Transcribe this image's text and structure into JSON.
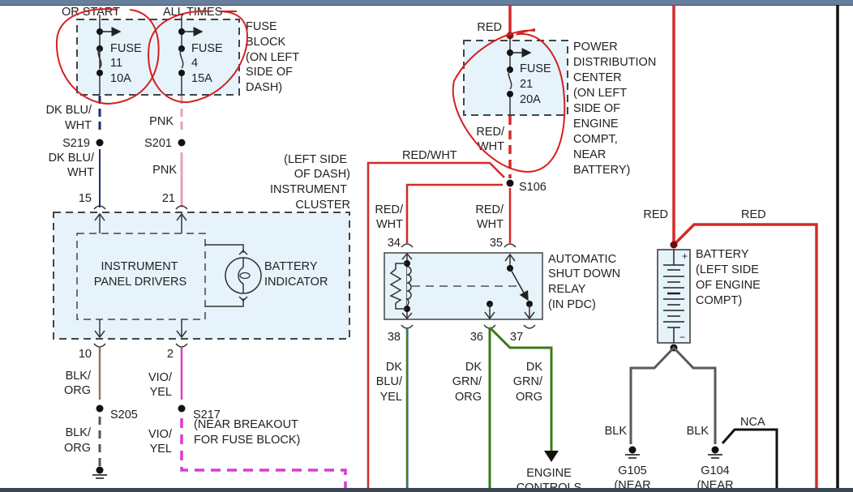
{
  "diagram": {
    "fuse_block": {
      "header_left": "OR START",
      "header_right": "ALL TIMES",
      "label": [
        "FUSE",
        "BLOCK",
        "(ON LEFT",
        "SIDE OF",
        "DASH)"
      ],
      "fuses": [
        {
          "lines": [
            "FUSE",
            "11",
            "10A"
          ]
        },
        {
          "lines": [
            "FUSE",
            "4",
            "15A"
          ]
        }
      ]
    },
    "wires_left": {
      "w1_top": [
        "DK BLU/",
        "WHT"
      ],
      "w1_bottom": [
        "DK BLU/",
        "WHT"
      ],
      "w2_top": "PNK",
      "w2_bottom": "PNK",
      "splice_s219": "S219",
      "splice_s201": "S201"
    },
    "instrument_cluster": {
      "label": [
        "(LEFT SIDE",
        "OF DASH)",
        "INSTRUMENT",
        "CLUSTER"
      ],
      "pin_top_left": "15",
      "pin_top_right": "21",
      "pin_bottom_left": "10",
      "pin_bottom_right": "2",
      "drivers_label": [
        "INSTRUMENT",
        "PANEL DRIVERS"
      ],
      "indicator_label": [
        "BATTERY",
        "INDICATOR"
      ]
    },
    "lower_left": {
      "w10_top": [
        "BLK/",
        "ORG"
      ],
      "w10_bottom": [
        "BLK/",
        "ORG"
      ],
      "w2_top": [
        "VIO/",
        "YEL"
      ],
      "w2_bottom": [
        "VIO/",
        "YEL"
      ],
      "splice_s205": "S205",
      "splice_s217": "S217",
      "s217_note": [
        "(NEAR BREAKOUT",
        "FOR FUSE BLOCK)"
      ]
    },
    "pdc": {
      "feed_label": "RED",
      "fuse": [
        "FUSE",
        "21",
        "20A"
      ],
      "label": [
        "POWER",
        "DISTRIBUTION",
        "CENTER",
        "(ON LEFT",
        "SIDE OF",
        "ENGINE",
        "COMPT,",
        "NEAR",
        "BATTERY)"
      ],
      "out_wire": [
        "RED/",
        "WHT"
      ],
      "branch_wire": "RED/WHT",
      "splice": "S106"
    },
    "asd_relay": {
      "label": [
        "AUTOMATIC",
        "SHUT DOWN",
        "RELAY",
        "(IN PDC)"
      ],
      "pin34_wire": [
        "RED/",
        "WHT"
      ],
      "pin35_wire": [
        "RED/",
        "WHT"
      ],
      "pins": {
        "p34": "34",
        "p35": "35",
        "p38": "38",
        "p36": "36",
        "p37": "37"
      },
      "w38": [
        "DK",
        "BLU/",
        "YEL"
      ],
      "w36": [
        "DK",
        "GRN/",
        "ORG"
      ],
      "w37": [
        "DK",
        "GRN/",
        "ORG"
      ],
      "engine_controls": [
        "ENGINE",
        "CONTROLS"
      ]
    },
    "battery": {
      "wire_left": "RED",
      "wire_right": "RED",
      "label": [
        "BATTERY",
        "(LEFT SIDE",
        "OF ENGINE",
        "COMPT)"
      ],
      "plus": "+",
      "minus": "−",
      "gnd_wire_left": "BLK",
      "gnd_wire_right": "BLK",
      "nca": "NCA",
      "g105": [
        "G105",
        "(NEAR"
      ],
      "g104": [
        "G104",
        "(NEAR"
      ]
    },
    "colors": {
      "annotation": "#d42020",
      "red_wire": "#d42a2a",
      "dk_blu": "#1e2f6e",
      "pnk": "#e8a0b4",
      "vio": "#d83ad8",
      "grn": "#3a7a1a",
      "gray_gnd": "#5a5a5a",
      "component_fill": "#e6f3fb"
    }
  }
}
